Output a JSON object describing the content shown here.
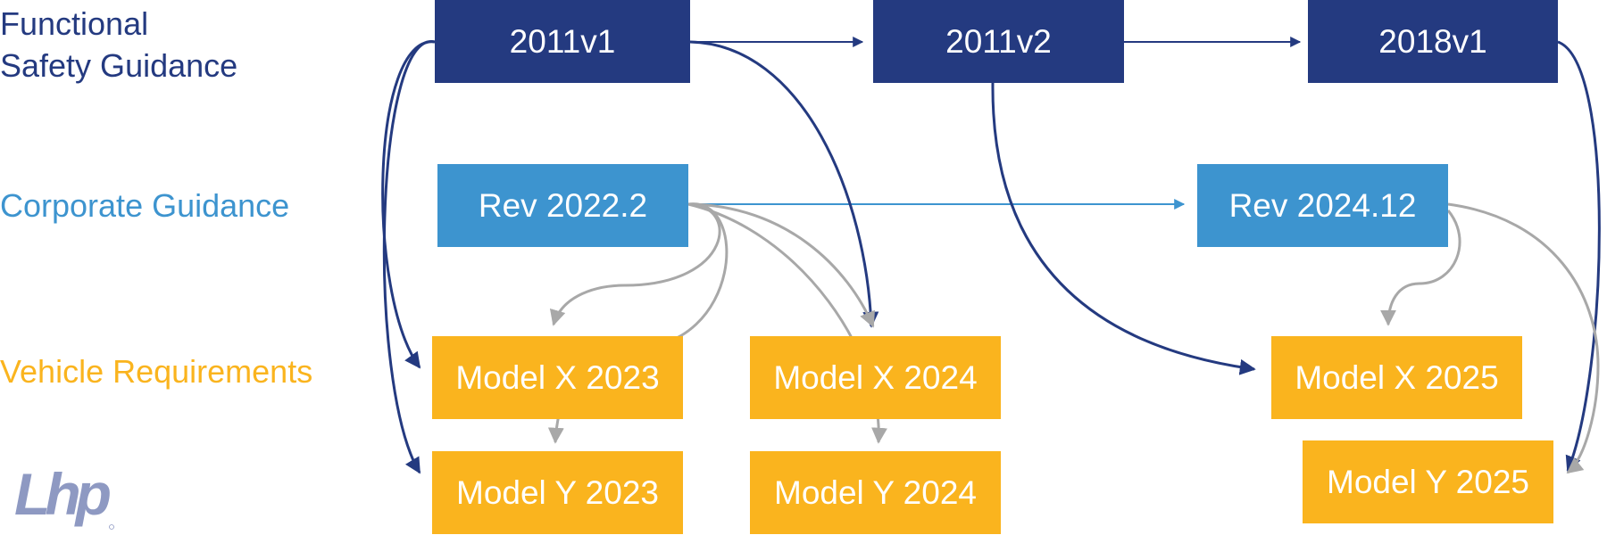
{
  "rows": {
    "functional_safety": {
      "line1": "Functional",
      "line2": "Safety Guidance",
      "color": "#243a80"
    },
    "corporate": {
      "label": "Corporate Guidance",
      "color": "#3d94cf"
    },
    "vehicle": {
      "label": "Vehicle Requirements",
      "color": "#fab41e"
    }
  },
  "nodes": {
    "fsg_2011v1": "2011v1",
    "fsg_2011v2": "2011v2",
    "fsg_2018v1": "2018v1",
    "corp_rev_2022": "Rev 2022.2",
    "corp_rev_2024": "Rev 2024.12",
    "model_x_2023": "Model X 2023",
    "model_x_2024": "Model X 2024",
    "model_x_2025": "Model X 2025",
    "model_y_2023": "Model Y 2023",
    "model_y_2024": "Model Y 2024",
    "model_y_2025": "Model Y 2025"
  },
  "logo": {
    "text": "Lhp",
    "color": "#8e99c2"
  },
  "colors": {
    "dark_blue": "#243a80",
    "mid_blue": "#3d94cf",
    "yellow": "#fab41e",
    "grey_arrow": "#a8a8a8"
  }
}
